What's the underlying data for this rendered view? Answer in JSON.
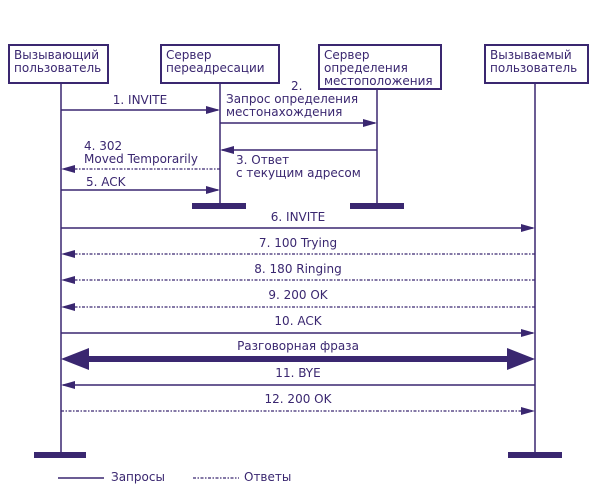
{
  "colors": {
    "ink": "#3a2770",
    "background": "#ffffff"
  },
  "participants": [
    {
      "id": "caller",
      "lines": [
        "Вызывающий",
        "пользователь"
      ]
    },
    {
      "id": "redirect",
      "lines": [
        "Сервер",
        "переадресации"
      ]
    },
    {
      "id": "location",
      "lines": [
        "Сервер",
        "определения",
        "местоположения"
      ]
    },
    {
      "id": "callee",
      "lines": [
        "Вызываемый",
        "пользователь"
      ]
    }
  ],
  "messages": [
    {
      "id": "m1",
      "label": [
        "1. INVITE"
      ],
      "from": "caller",
      "to": "redirect",
      "style": "request"
    },
    {
      "id": "m2",
      "label": [
        "2.",
        "Запрос определения",
        "местонахождения"
      ],
      "from": "redirect",
      "to": "location",
      "style": "request"
    },
    {
      "id": "m3",
      "label": [
        "3. Ответ",
        "с текущим адресом"
      ],
      "from": "location",
      "to": "redirect",
      "style": "request"
    },
    {
      "id": "m4",
      "label": [
        "4. 302",
        "Moved Temporarily"
      ],
      "from": "redirect",
      "to": "caller",
      "style": "response"
    },
    {
      "id": "m5",
      "label": [
        "5. ACK"
      ],
      "from": "caller",
      "to": "redirect",
      "style": "request"
    },
    {
      "id": "m6",
      "label": [
        "6. INVITE"
      ],
      "from": "caller",
      "to": "callee",
      "style": "request"
    },
    {
      "id": "m7",
      "label": [
        "7. 100 Trying"
      ],
      "from": "callee",
      "to": "caller",
      "style": "response"
    },
    {
      "id": "m8",
      "label": [
        "8. 180 Ringing"
      ],
      "from": "callee",
      "to": "caller",
      "style": "response"
    },
    {
      "id": "m9",
      "label": [
        "9. 200 OK"
      ],
      "from": "callee",
      "to": "caller",
      "style": "response"
    },
    {
      "id": "m10",
      "label": [
        "10. ACK"
      ],
      "from": "caller",
      "to": "callee",
      "style": "request"
    },
    {
      "id": "conv",
      "label": [
        "Разговорная фраза"
      ],
      "from": "caller",
      "to": "callee",
      "style": "conversation"
    },
    {
      "id": "m11",
      "label": [
        "11. BYE"
      ],
      "from": "callee",
      "to": "caller",
      "style": "request"
    },
    {
      "id": "m12",
      "label": [
        "12. 200 OK"
      ],
      "from": "caller",
      "to": "callee",
      "style": "response"
    }
  ],
  "legend": {
    "requests": "Запросы",
    "responses": "Ответы"
  }
}
